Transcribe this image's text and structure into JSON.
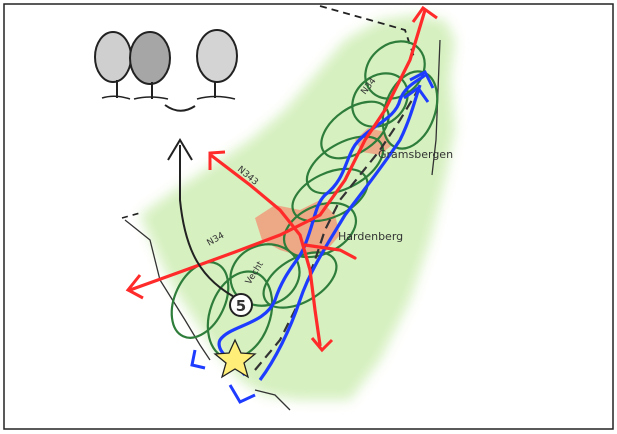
{
  "map": {
    "places": [
      {
        "name": "Gramsbergen"
      },
      {
        "name": "Hardenberg"
      }
    ],
    "roads": [
      {
        "name": "N34"
      },
      {
        "name": "N343"
      },
      {
        "name": "N34"
      }
    ],
    "river": {
      "name": "Vecht"
    },
    "marker": {
      "number": "5"
    },
    "colors": {
      "region_fill": "#d6f0c0",
      "road": "#ff2a2a",
      "river": "#1e3cff",
      "meander": "#2e7d3a",
      "town": "#f0a080",
      "railway": "#333333",
      "star": "#ffee77"
    },
    "icons": [
      "tree-icon",
      "star-icon",
      "arrow-icon"
    ]
  }
}
